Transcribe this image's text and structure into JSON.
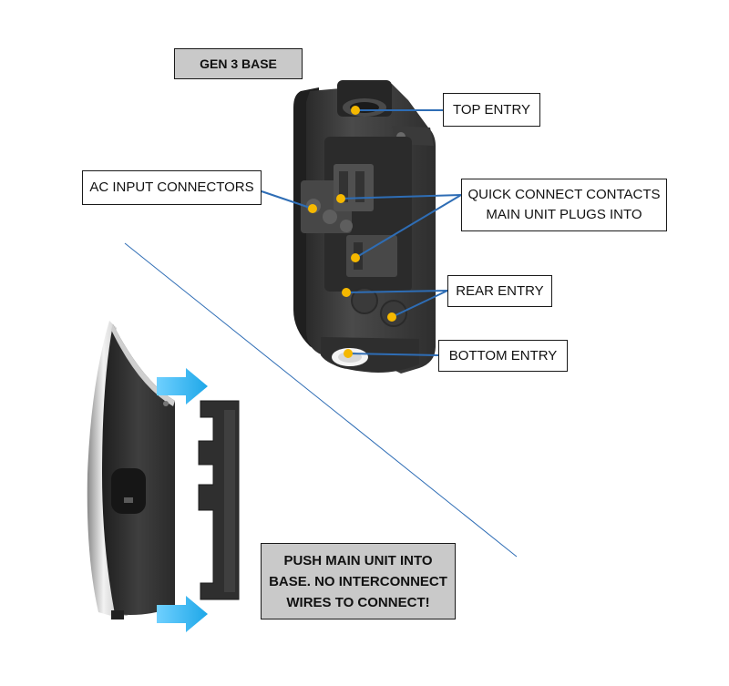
{
  "labels": {
    "gen3_base": "GEN 3 BASE",
    "top_entry": "TOP ENTRY",
    "ac_input": "AC INPUT CONNECTORS",
    "quick_connect_line1": "QUICK CONNECT CONTACTS",
    "quick_connect_line2": "MAIN UNIT PLUGS INTO",
    "rear_entry": "REAR ENTRY",
    "bottom_entry": "BOTTOM ENTRY",
    "push_line1": "PUSH MAIN UNIT INTO",
    "push_line2": "BASE. NO INTERCONNECT",
    "push_line3": "WIRES TO CONNECT!"
  },
  "colors": {
    "leader_line": "#2e6db5",
    "marker_dot": "#f5b800",
    "arrow": "#1ea7e8",
    "grey_box": "#c9c9c9",
    "device_body": "#3a3a3a",
    "device_dark": "#262626"
  },
  "icons": {
    "arrows": "right-arrow-icon"
  }
}
